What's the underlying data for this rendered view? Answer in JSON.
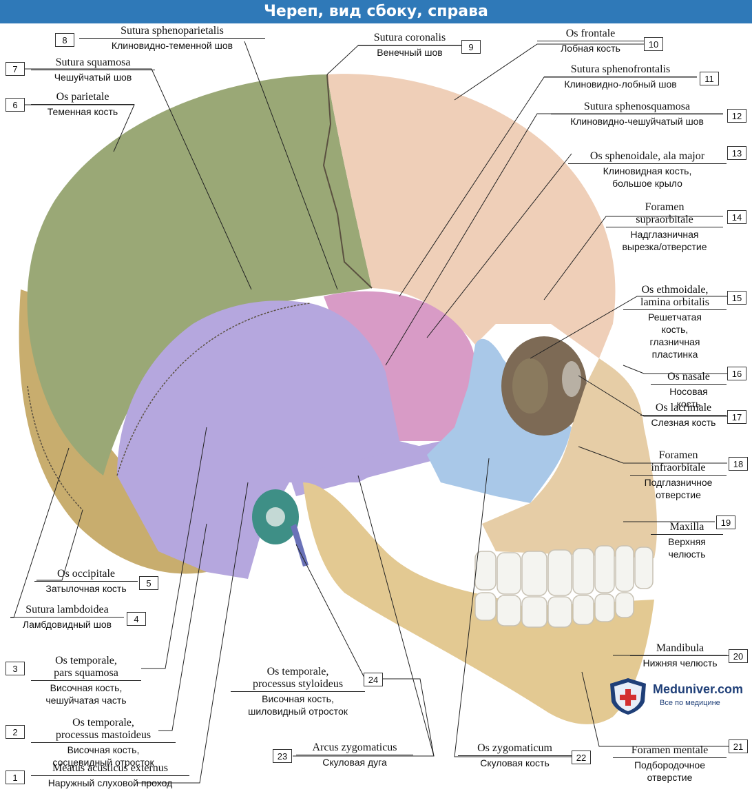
{
  "title": "Череп, вид сбоку, справа",
  "logo": {
    "brand": "Meduniver.com",
    "tagline": "Все по медицине"
  },
  "colors": {
    "title_bar": "#2f79b8",
    "parietale": "#9aa876",
    "frontale": "#efcfb8",
    "temporale": "#b5a7de",
    "sphenoidale": "#d89bc6",
    "zygomaticum": "#a9c8e8",
    "occipitale": "#c8ad6e",
    "mandibula": "#e3c992",
    "maxilla": "#e6cda6",
    "orbit": "#7d6a55",
    "ethmoidale": "#8a7a5e",
    "mastoid_accent": "#3e8f86",
    "logo_red": "#d32f2f",
    "logo_blue": "#1f3f78"
  },
  "labels": [
    {
      "num": "1",
      "la": "Meatus acusticus externus",
      "ru": "Наружный слуховой проход"
    },
    {
      "num": "2",
      "la": "Os temporale,\nprocessus mastoideus",
      "ru": "Височная кость,\nсосцевидный отросток"
    },
    {
      "num": "3",
      "la": "Os temporale,\npars squamosa",
      "ru": "Височная кость,\nчешуйчатая часть"
    },
    {
      "num": "4",
      "la": "Sutura lambdoidea",
      "ru": "Ламбдовидный шов"
    },
    {
      "num": "5",
      "la": "Os occipitale",
      "ru": "Затылочная кость"
    },
    {
      "num": "6",
      "la": "Os parietale",
      "ru": "Теменная кость"
    },
    {
      "num": "7",
      "la": "Sutura squamosa",
      "ru": "Чешуйчатый шов"
    },
    {
      "num": "8",
      "la": "Sutura sphenoparietalis",
      "ru": "Клиновидно-теменной шов"
    },
    {
      "num": "9",
      "la": "Sutura coronalis",
      "ru": "Венечный шов"
    },
    {
      "num": "10",
      "la": "Os frontale",
      "ru": "Лобная кость"
    },
    {
      "num": "11",
      "la": "Sutura sphenofrontalis",
      "ru": "Клиновидно-лобный шов"
    },
    {
      "num": "12",
      "la": "Sutura sphenosquamosa",
      "ru": "Клиновидно-чешуйчатый шов"
    },
    {
      "num": "13",
      "la": "Os sphenoidale, ala major",
      "ru": "Клиновидная кость,\nбольшое крыло"
    },
    {
      "num": "14",
      "la": "Foramen\nsupraorbitale",
      "ru": "Надглазничная\nвырезка/отверстие"
    },
    {
      "num": "15",
      "la": "Os ethmoidale,\nlamina orbitalis",
      "ru": "Решетчатая\nкость,\nглазничная\nпластинка"
    },
    {
      "num": "16",
      "la": "Os nasale",
      "ru": "Носовая\nкость"
    },
    {
      "num": "17",
      "la": "Os lacrimale",
      "ru": "Слезная кость"
    },
    {
      "num": "18",
      "la": "Foramen\ninfraorbitale",
      "ru": "Подглазничное\nотверстие"
    },
    {
      "num": "19",
      "la": "Maxilla",
      "ru": "Верхняя\nчелюсть"
    },
    {
      "num": "20",
      "la": "Mandibula",
      "ru": "Нижняя челюсть"
    },
    {
      "num": "21",
      "la": "Foramen mentale",
      "ru": "Подбородочное\nотверстие"
    },
    {
      "num": "22",
      "la": "Os zygomaticum",
      "ru": "Скуловая кость"
    },
    {
      "num": "23",
      "la": "Arcus zygomaticus",
      "ru": "Скуловая дуга"
    },
    {
      "num": "24",
      "la": "Os temporale,\nprocessus styloideus",
      "ru": "Височная кость,\nшиловидный отросток"
    }
  ]
}
